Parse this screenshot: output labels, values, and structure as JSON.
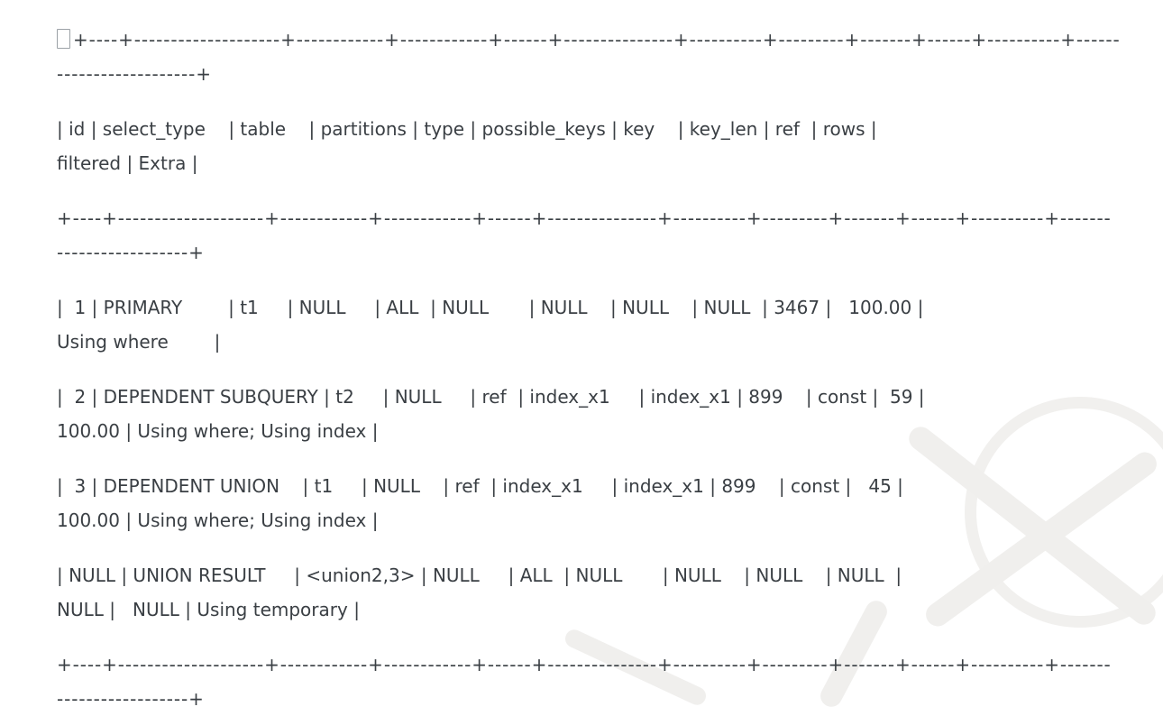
{
  "page": {
    "background_color": "#ffffff",
    "text_color": "#3a3f44",
    "watermark_color": "#f0efed"
  },
  "explain_table": {
    "columns": [
      "id",
      "select_type",
      "table",
      "partitions",
      "type",
      "possible_keys",
      "key",
      "key_len",
      "ref",
      "rows",
      "filtered",
      "Extra"
    ],
    "rows": [
      [
        "1",
        "PRIMARY",
        "t1",
        "NULL",
        "ALL",
        "NULL",
        "NULL",
        "NULL",
        "NULL",
        "3467",
        "100.00",
        "Using where"
      ],
      [
        "2",
        "DEPENDENT SUBQUERY",
        "t2",
        "NULL",
        "ref",
        "index_x1",
        "index_x1",
        "899",
        "const",
        "59",
        "100.00",
        "Using where; Using index"
      ],
      [
        "3",
        "DEPENDENT UNION",
        "t1",
        "NULL",
        "ref",
        "index_x1",
        "index_x1",
        "899",
        "const",
        "45",
        "100.00",
        "Using where; Using index"
      ],
      [
        "NULL",
        "UNION RESULT",
        "<union2,3>",
        "NULL",
        "ALL",
        "NULL",
        "NULL",
        "NULL",
        "NULL",
        "NULL",
        "NULL",
        "Using temporary"
      ]
    ]
  },
  "rendered_output": {
    "paragraphs": [
      {
        "type": "separator",
        "has_missing_glyph_box": true,
        "lines": [
          "+----+--------------------+------------+------------+------+---------------+----------+---------+-------+------+----------+------",
          "-------------------+"
        ]
      },
      {
        "type": "header",
        "lines": [
          "| id | select_type    | table    | partitions | type | possible_keys | key    | key_len | ref  | rows |",
          "filtered | Extra |"
        ]
      },
      {
        "type": "separator",
        "lines": [
          "+----+--------------------+------------+------------+------+---------------+----------+---------+-------+------+----------+-------",
          "------------------+"
        ]
      },
      {
        "type": "row",
        "lines": [
          "|  1 | PRIMARY        | t1     | NULL     | ALL  | NULL       | NULL    | NULL    | NULL  | 3467 |   100.00 |",
          "Using where        |"
        ]
      },
      {
        "type": "row",
        "lines": [
          "|  2 | DEPENDENT SUBQUERY | t2     | NULL     | ref  | index_x1     | index_x1 | 899    | const |  59 |",
          "100.00 | Using where; Using index |"
        ]
      },
      {
        "type": "row",
        "lines": [
          "|  3 | DEPENDENT UNION    | t1     | NULL    | ref  | index_x1     | index_x1 | 899    | const |   45 |",
          "100.00 | Using where; Using index |"
        ]
      },
      {
        "type": "row",
        "lines": [
          "| NULL | UNION RESULT     | <union2,3> | NULL     | ALL  | NULL       | NULL    | NULL    | NULL  |",
          "NULL |   NULL | Using temporary |"
        ]
      },
      {
        "type": "separator",
        "lines": [
          "+----+--------------------+------------+------------+------+---------------+----------+---------+-------+------+----------+-------",
          "------------------+"
        ]
      }
    ]
  }
}
